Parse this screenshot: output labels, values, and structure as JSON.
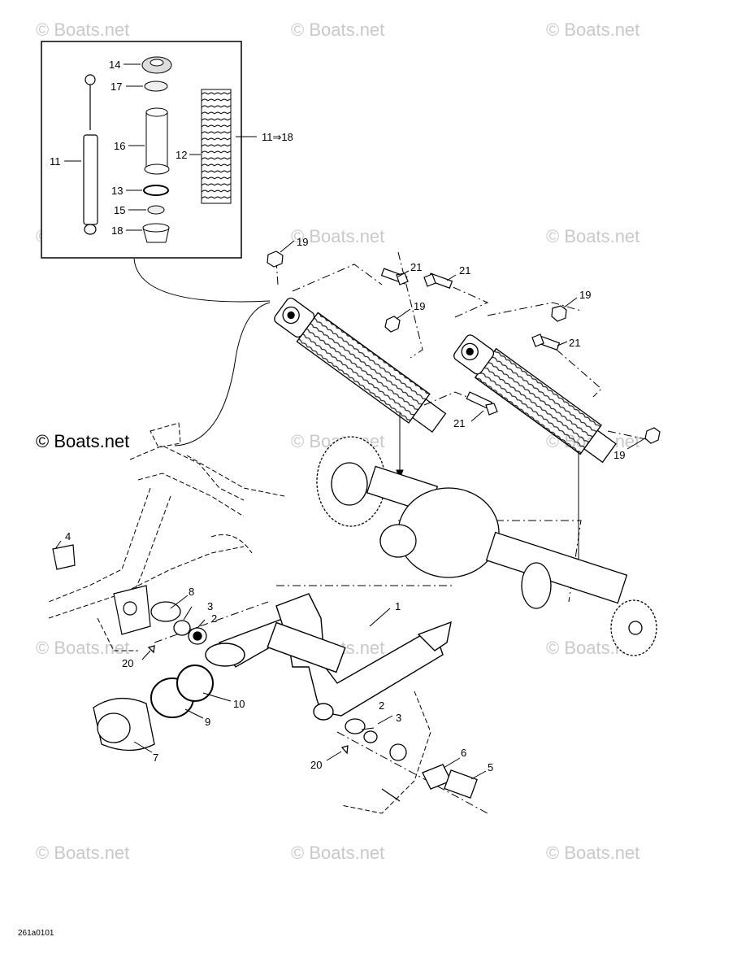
{
  "watermark": "© Boats.net",
  "main_watermark": "© Boats.net",
  "diagram_code": "261a0101",
  "inset_labels": [
    "14",
    "17",
    "16",
    "11",
    "12",
    "11⇒18",
    "13",
    "15",
    "18"
  ],
  "callouts": {
    "l1": "1",
    "l2a": "2",
    "l2b": "2",
    "l3a": "3",
    "l3b": "3",
    "l4": "4",
    "l5": "5",
    "l6": "6",
    "l7": "7",
    "l8": "8",
    "l9": "9",
    "l10": "10",
    "l19a": "19",
    "l19b": "19",
    "l19c": "19",
    "l19d": "19",
    "l20a": "20",
    "l20b": "20",
    "l21a": "21",
    "l21b": "21",
    "l21c": "21",
    "l21d": "21"
  }
}
